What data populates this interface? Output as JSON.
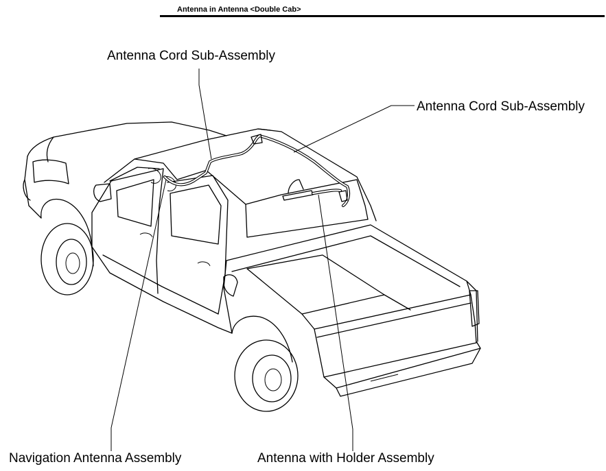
{
  "header": {
    "title": "Antenna in Antenna <Double Cab>"
  },
  "callouts": {
    "cord_top": "Antenna Cord Sub-Assembly",
    "cord_right": "Antenna Cord Sub-Assembly",
    "navigation": "Navigation Antenna Assembly",
    "holder": "Antenna with Holder Assembly"
  }
}
